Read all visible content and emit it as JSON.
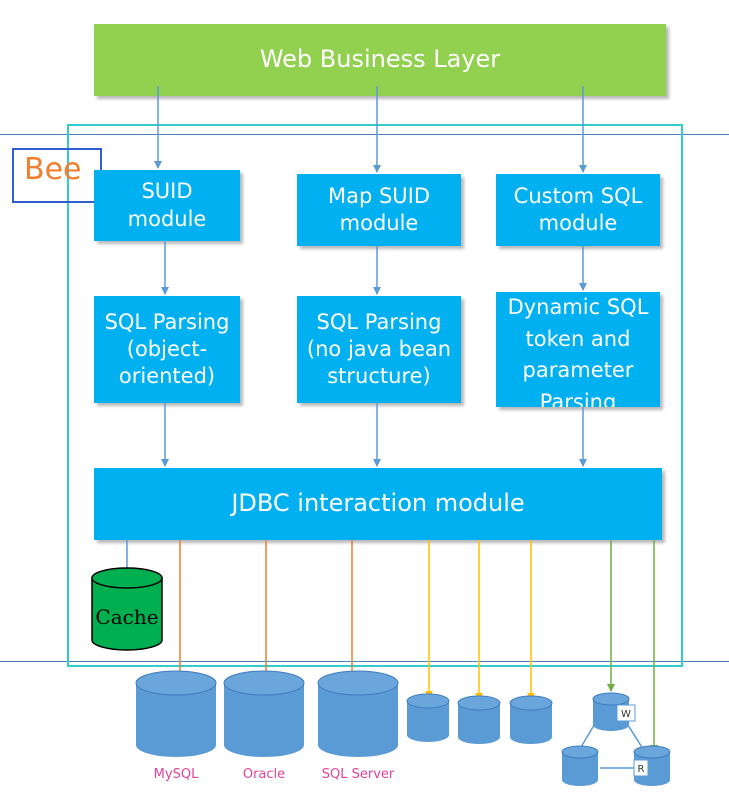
{
  "layers": {
    "web": "Web Business Layer",
    "bee": "Bee",
    "suid": "SUID\nmodule",
    "map_suid": "Map SUID\nmodule",
    "custom_sql": "Custom SQL\nmodule",
    "sql_parsing_oo": "SQL Parsing\n(object-\noriented)",
    "sql_parsing_nb": "SQL Parsing\n(no java bean\nstructure)",
    "dynamic_sql": "Dynamic SQL\ntoken and\nparameter\nParsing",
    "jdbc": "JDBC interaction module"
  },
  "storage": {
    "cache": "Cache",
    "databases": [
      "MySQL",
      "Oracle",
      "SQL Server"
    ],
    "write_tag": "W",
    "read_tag": "R"
  },
  "colors": {
    "module": "#00b0f0",
    "web_layer": "#92d050",
    "database": "#5b9bd5",
    "cache": "#00b050",
    "frame": "#33cccc",
    "relational_arrow": "#ed7d31",
    "generic_arrow": "#ffc000",
    "cluster_arrow": "#70ad47",
    "module_arrow": "#5b9bd5"
  }
}
